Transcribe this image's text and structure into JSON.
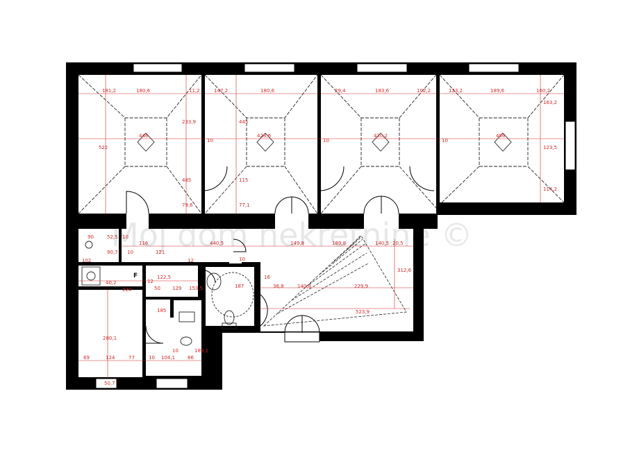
{
  "watermark": "Moj dom nekretnine ©",
  "room_label_F": "F",
  "colors": {
    "wall": "#000000",
    "dimension": "#d22828",
    "background": "#ffffff"
  },
  "dims": {
    "r1_a": "181,2",
    "r1_b": "180,6",
    "r1_c": "11,2",
    "r1_area": "446",
    "r1_h": "522",
    "r1_d1": "233,9",
    "r1_d2": "485",
    "r1_d3": "79,6",
    "r2_a": "147,2",
    "r2_b": "180,6",
    "r2_area": "428,6",
    "r2_h": "445",
    "r2_d1": "115",
    "r2_d2": "77,1",
    "r2_w": "10",
    "r3_a": "29,4",
    "r3_b": "183,6",
    "r3_c": "102,2",
    "r3_area": "430,2",
    "r3_w": "10",
    "r4_a": "123,2",
    "r4_b": "189,6",
    "r4_c": "160,2",
    "r4_area": "486",
    "r4_h1": "123,5",
    "r4_h2": "114,2",
    "r4_h3": "163,2",
    "r4_w": "10",
    "c_a": "116",
    "c_b": "440,5",
    "c_c": "149,8",
    "c_d": "189,8",
    "c_e": "140,5",
    "c_f": "20,5",
    "c_g": "121",
    "c_h": "12",
    "c_i": "10",
    "k_a": "90",
    "k_b": "52,5",
    "k_c": "90,7",
    "k_d": "10",
    "b_a": "224",
    "b_b": "12",
    "b_c": "50",
    "b_d": "129",
    "b_e": "122,5",
    "b_f": "153,5",
    "b_g": "40,2",
    "b_h": "102",
    "w_a": "187",
    "w_b": "36,8",
    "w_c": "140,8",
    "w_d": "229,9",
    "w_e": "523,9",
    "w_f": "312,6",
    "w_g": "16",
    "w_h": "10",
    "s_a": "280,1",
    "s_b": "69",
    "s_c": "124",
    "s_d": "77",
    "s_e": "104,1",
    "s_f": "86",
    "s_g": "189,1",
    "s_h": "50,7",
    "s_i": "185",
    "s_j": "10",
    "s_k": "10"
  }
}
